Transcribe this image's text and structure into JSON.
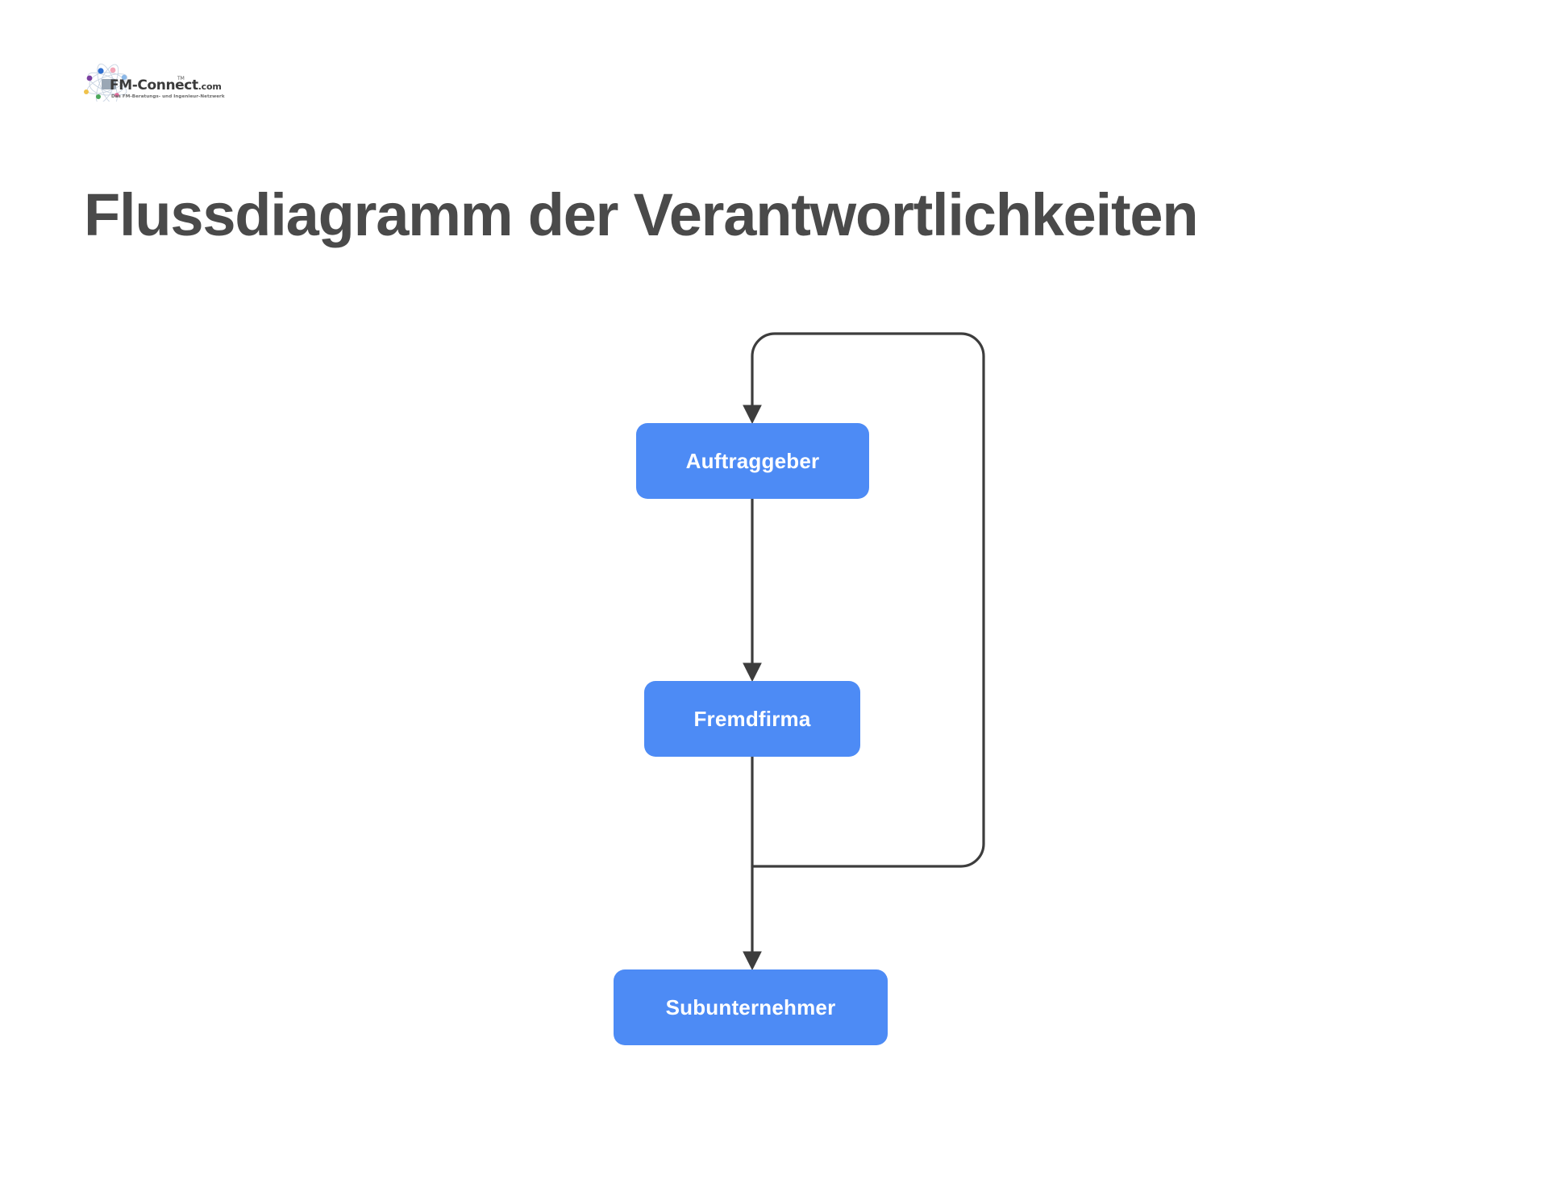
{
  "slide": {
    "background_color": "#ffffff",
    "title": "Flussdiagramm der Verantwortlichkeiten",
    "title_color": "#4a4a4a"
  },
  "logo": {
    "name": "fm-connect-logo",
    "wordmark": "FM-Connect",
    "suffix": ".com",
    "trademark": "TM",
    "tagline": "Das FM-Beratungs- und Ingenieur-Netzwerk",
    "mark_icon": "network-atom-icon",
    "mark_colors": [
      "#7b3fa0",
      "#2f6fd0",
      "#d94f8c",
      "#e8b43a",
      "#4aa85a",
      "#9b59b6"
    ]
  },
  "diagram": {
    "type": "flowchart",
    "accent_color": "#4d8bf5",
    "line_color": "#3d3d3d",
    "node_text_color": "#ffffff",
    "nodes": [
      {
        "id": "auftraggeber",
        "label": "Auftraggeber"
      },
      {
        "id": "fremdfirma",
        "label": "Fremdfirma"
      },
      {
        "id": "subunternehmer",
        "label": "Subunternehmer"
      }
    ],
    "edges": [
      {
        "from": "auftraggeber",
        "to": "fremdfirma",
        "style": "straight-down",
        "arrow": true
      },
      {
        "from": "fremdfirma",
        "to": "subunternehmer",
        "style": "straight-down",
        "arrow": true
      },
      {
        "from": "fremdfirma",
        "to": "auftraggeber",
        "style": "feedback-loop-right",
        "arrow": true
      }
    ]
  }
}
